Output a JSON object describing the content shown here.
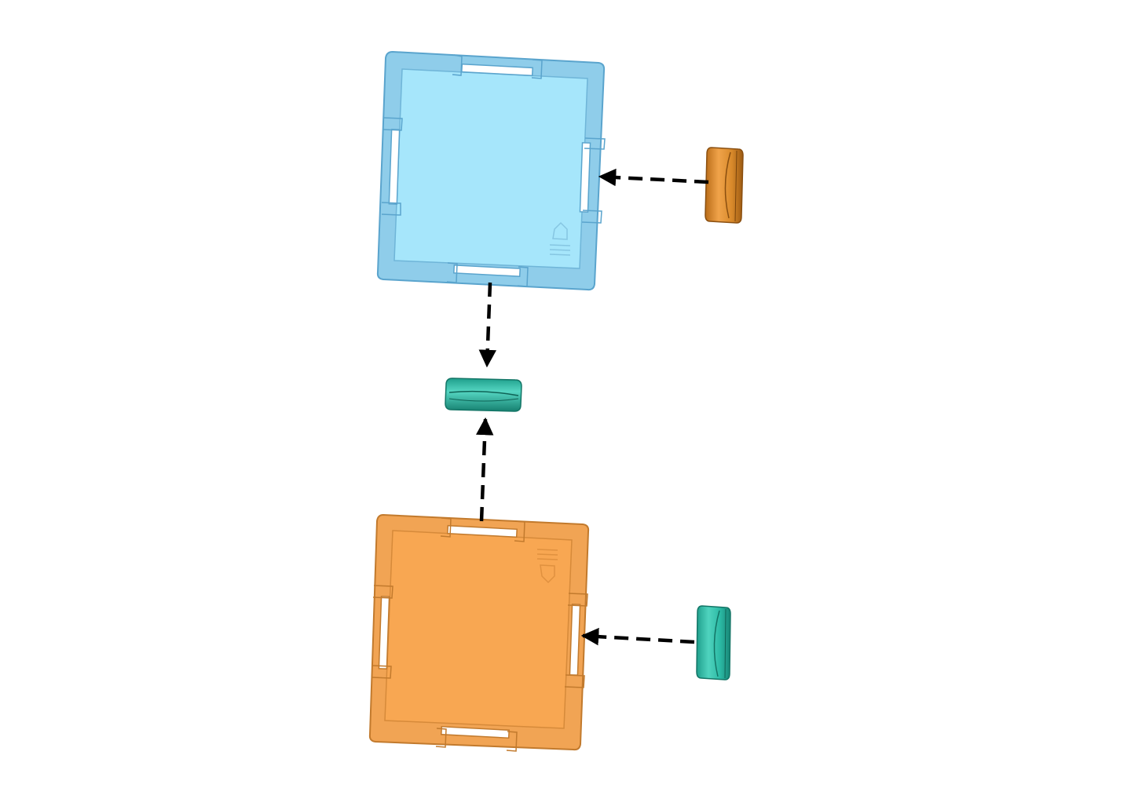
{
  "diagram": {
    "colors": {
      "panel_blue_fill": "#a6e6fb",
      "panel_blue_frame": "#8fcdea",
      "panel_blue_edge": "#5aa4cd",
      "panel_orange_fill": "#f8a752",
      "panel_orange_frame": "#f1a454",
      "panel_orange_edge": "#c27a2d",
      "connector_orange": "#d98a2b",
      "connector_teal": "#27b5a1",
      "arrow": "#000000",
      "background": "#ffffff"
    },
    "parts": [
      {
        "id": "panel-top",
        "kind": "square-panel",
        "color": "blue"
      },
      {
        "id": "panel-bottom",
        "kind": "square-panel",
        "color": "orange"
      },
      {
        "id": "clip-top-right",
        "kind": "side-clip",
        "color": "orange"
      },
      {
        "id": "clip-bottom-right",
        "kind": "side-clip",
        "color": "teal"
      },
      {
        "id": "joiner-middle",
        "kind": "joiner",
        "color": "teal"
      }
    ],
    "arrows": [
      {
        "from": "clip-top-right",
        "to": "panel-top"
      },
      {
        "from": "panel-top",
        "to": "joiner-middle"
      },
      {
        "from": "panel-bottom",
        "to": "joiner-middle"
      },
      {
        "from": "clip-bottom-right",
        "to": "panel-bottom"
      }
    ]
  }
}
